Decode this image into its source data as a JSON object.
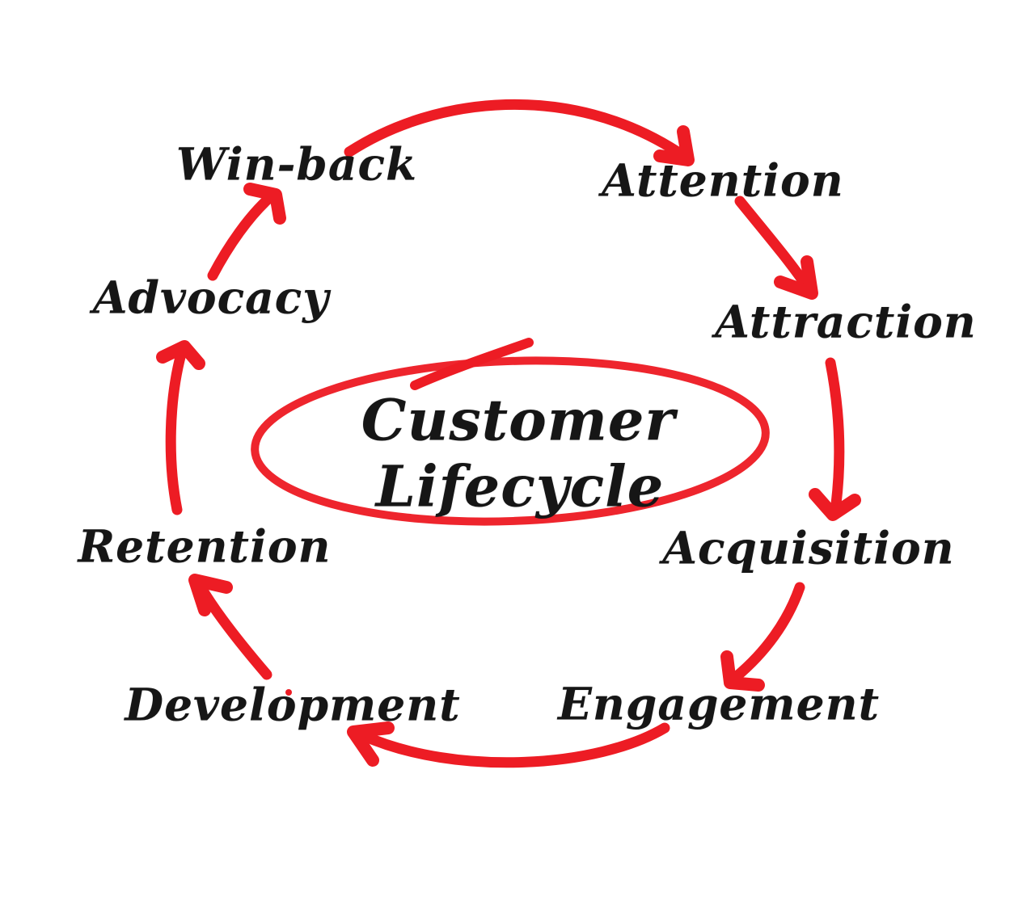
{
  "title": "Customer Lifecycle",
  "center_label": {
    "line1": "Customer",
    "line2": "Lifecycle"
  },
  "stages": [
    {
      "id": "attention",
      "label": "Attention"
    },
    {
      "id": "attraction",
      "label": "Attraction"
    },
    {
      "id": "acquisition",
      "label": "Acquisition"
    },
    {
      "id": "engagement",
      "label": "Engagement"
    },
    {
      "id": "development",
      "label": "Development"
    },
    {
      "id": "retention",
      "label": "Retention"
    },
    {
      "id": "advocacy",
      "label": "Advocacy"
    },
    {
      "id": "win-back",
      "label": "Win-back"
    }
  ],
  "connections": [
    {
      "from": "Win-back",
      "to": "Attention"
    },
    {
      "from": "Attention",
      "to": "Attraction"
    },
    {
      "from": "Attraction",
      "to": "Acquisition"
    },
    {
      "from": "Acquisition",
      "to": "Engagement"
    },
    {
      "from": "Engagement",
      "to": "Development"
    },
    {
      "from": "Development",
      "to": "Retention"
    },
    {
      "from": "Retention",
      "to": "Advocacy"
    },
    {
      "from": "Advocacy",
      "to": "Win-back"
    }
  ],
  "colors": {
    "accent_red": "#ed1c24",
    "text_black": "#161616",
    "background": "#ffffff"
  }
}
